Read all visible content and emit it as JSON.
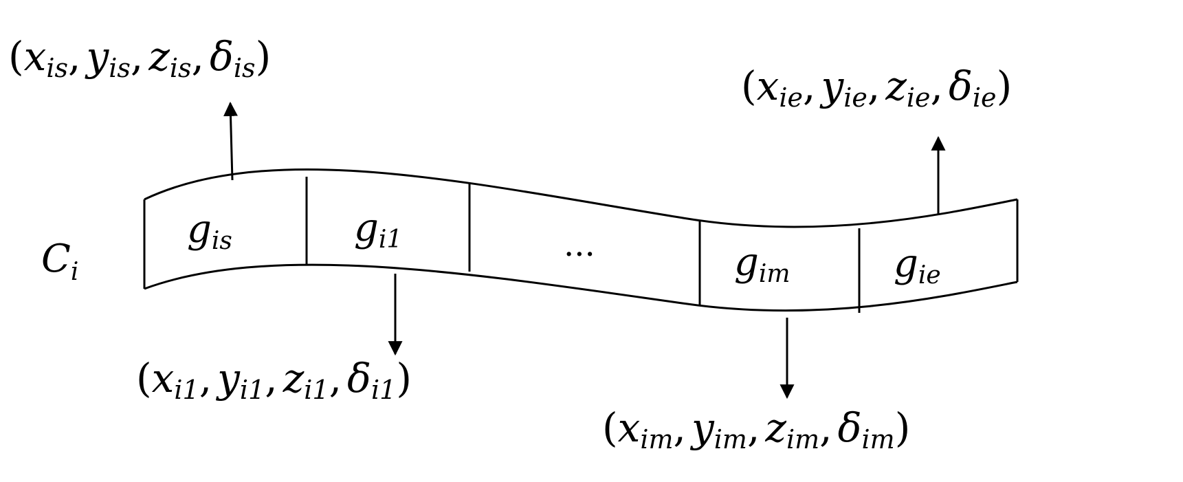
{
  "curve_label": {
    "base": "C",
    "sub": "i"
  },
  "segments": [
    {
      "base": "g",
      "sub": "is"
    },
    {
      "base": "g",
      "sub": "i1"
    },
    {
      "ellipsis": "..."
    },
    {
      "base": "g",
      "sub": "im"
    },
    {
      "base": "g",
      "sub": "ie"
    }
  ],
  "tuples": {
    "start": {
      "x": "x",
      "y": "y",
      "z": "z",
      "d": "δ",
      "sub": "is"
    },
    "first": {
      "x": "x",
      "y": "y",
      "z": "z",
      "d": "δ",
      "sub": "i1"
    },
    "m": {
      "x": "x",
      "y": "y",
      "z": "z",
      "d": "δ",
      "sub": "im"
    },
    "end": {
      "x": "x",
      "y": "y",
      "z": "z",
      "d": "δ",
      "sub": "ie"
    }
  },
  "punct": {
    "open": "(",
    "close": ")",
    "comma": ","
  }
}
